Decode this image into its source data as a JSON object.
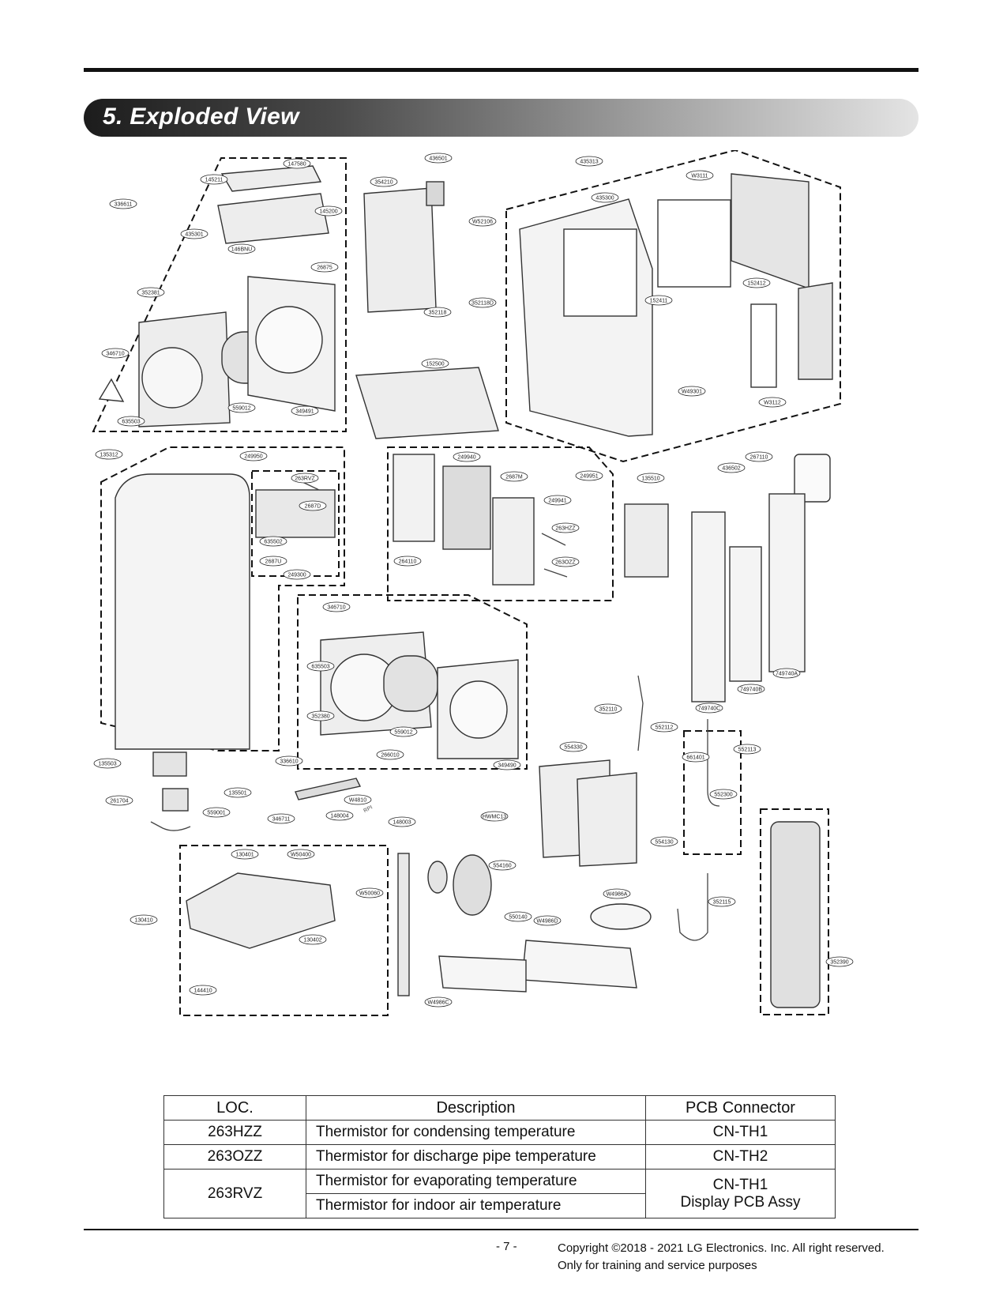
{
  "section_title": "5. Exploded View",
  "watermark_text": "RPI",
  "part_labels": {
    "top_left": [
      "147580",
      "145211",
      "336611",
      "145200",
      "435301",
      "146BNU",
      "26875",
      "352381",
      "346710",
      "559012",
      "349491",
      "635503"
    ],
    "top_middle": [
      "436501",
      "354210",
      "W52106",
      "352118D",
      "352118",
      "152500"
    ],
    "top_right": [
      "435313",
      "435300",
      "W3111",
      "152411",
      "152412",
      "W49301",
      "W3112"
    ],
    "remote": "267110",
    "mid_left": [
      "135312",
      "249950",
      "263RVZ",
      "2687D",
      "635502",
      "2687U",
      "249300"
    ],
    "mid_center": [
      "249940",
      "2687M",
      "249951",
      "249941",
      "263HZZ",
      "263OZZ",
      "264110"
    ],
    "mid_right": [
      "135510",
      "436502",
      "749740A",
      "749740C",
      "749740B"
    ],
    "blower": [
      "346710",
      "635503",
      "352380",
      "559012",
      "336610",
      "266010",
      "349490"
    ],
    "lower_left": [
      "135503",
      "261704",
      "135501",
      "559001",
      "346711",
      "W4810",
      "148004"
    ],
    "base": [
      "130401",
      "W50400",
      "W50060",
      "130410",
      "130402",
      "144410"
    ],
    "compressor": [
      "148003",
      "HWMC13",
      "554160",
      "550140",
      "W4986D",
      "W4986A",
      "W4986C"
    ],
    "condenser": [
      "352110",
      "554330",
      "552112",
      "661401",
      "552113",
      "552300",
      "554130",
      "352115",
      "352390"
    ]
  },
  "table": {
    "headers": [
      "LOC.",
      "Description",
      "PCB Connector"
    ],
    "rows": [
      {
        "loc": "263HZZ",
        "description": "Thermistor for condensing temperature",
        "connector": "CN-TH1"
      },
      {
        "loc": "263OZZ",
        "description": "Thermistor for discharge pipe temperature",
        "connector": "CN-TH2"
      }
    ],
    "merged_row": {
      "loc": "263RVZ",
      "descriptions": [
        "Thermistor for evaporating temperature",
        "Thermistor for indoor air temperature"
      ],
      "connector_line1": "CN-TH1",
      "connector_line2": "Display PCB Assy"
    }
  },
  "footer": {
    "page_number": "- 7 -",
    "copyright_line1": "Copyright ©2018 - 2021 LG Electronics. Inc. All right reserved.",
    "copyright_line2": "Only for training and service purposes"
  }
}
